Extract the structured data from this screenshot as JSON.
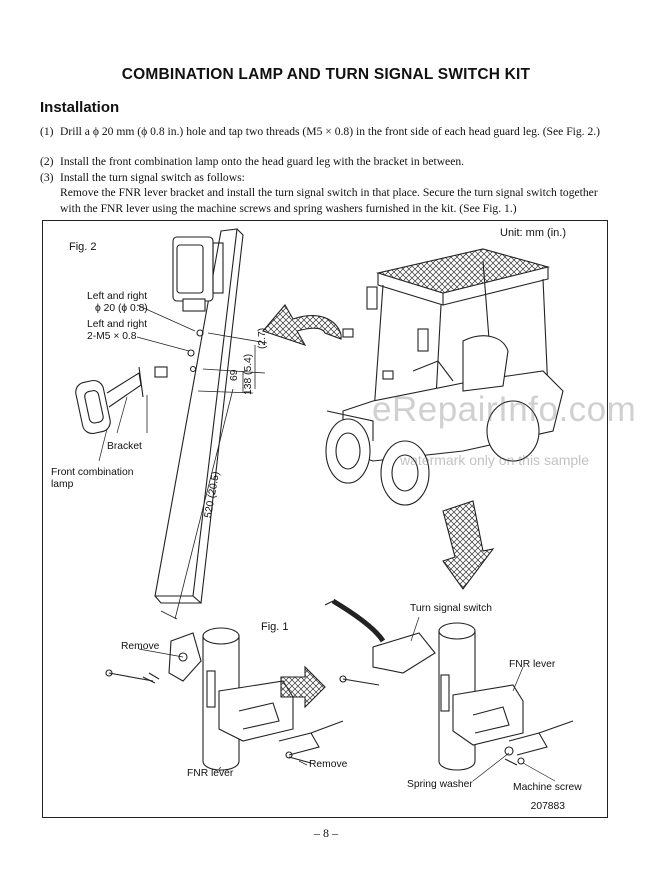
{
  "document": {
    "title": "COMBINATION LAMP AND TURN SIGNAL SWITCH KIT",
    "section_heading": "Installation",
    "steps": [
      {
        "num": "(1)",
        "text": "Drill a ϕ 20 mm (ϕ 0.8 in.) hole and tap two threads (M5 × 0.8) in the front side of each head guard leg.  (See Fig. 2.)"
      },
      {
        "num": "(2)",
        "text": "Install the front combination lamp onto the head guard leg with the bracket in between."
      },
      {
        "num": "(3)",
        "text": "Install the turn signal switch as follows:"
      }
    ],
    "step3_detail": "Remove the FNR lever bracket and install the turn signal switch in that place.  Secure the turn signal switch together with the FNR lever using the machine screws and spring washers furnished in the kit.  (See Fig. 1.)",
    "page_number": "– 8 –"
  },
  "figure": {
    "units": "Unit:  mm (in.)",
    "fig2_label": "Fig. 2",
    "fig1_label": "Fig. 1",
    "hole_label_1": "Left and right",
    "hole_label_2": "ϕ 20 (ϕ 0.8)",
    "thread_label_1": "Left and right",
    "thread_label_2": "2-M5 × 0.8",
    "bracket_label": "Bracket",
    "lamp_label_1": "Front combination",
    "lamp_label_2": "lamp",
    "dim_27": "(2.7)",
    "dim_69": "69",
    "dim_138": "138 (5.4)",
    "dim_520": "520 (20.5)",
    "remove_label_top": "Remove",
    "remove_label_bottom": "Remove",
    "fnr_label_left": "FNR lever",
    "turn_signal_label": "Turn signal switch",
    "fnr_label_right": "FNR lever",
    "spring_washer_label": "Spring washer",
    "machine_screw_label": "Machine screw",
    "part_number": "207883"
  },
  "watermark": {
    "text": "eRepairInfo.com",
    "note": "watermark only on this sample"
  }
}
